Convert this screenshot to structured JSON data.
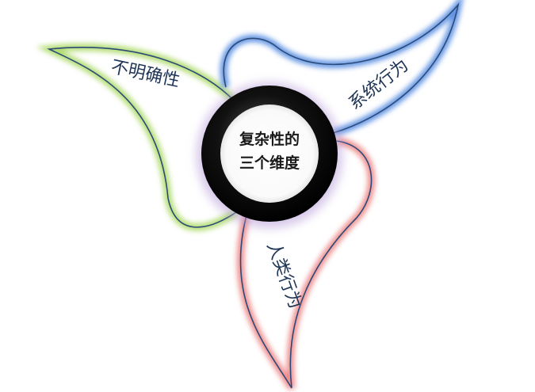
{
  "center": {
    "line1": "复杂性的",
    "line2": "三个维度"
  },
  "petals": {
    "uncertainty": {
      "label": "不明确性",
      "glow_color": "#a8d860"
    },
    "system_behavior": {
      "label": "系统行为",
      "glow_color": "#4d86e0"
    },
    "human_behavior": {
      "label": "人类行为",
      "glow_color": "#ec8080"
    }
  },
  "colors": {
    "outline": "#2b4a78",
    "ring": "#0d0d0d",
    "ring_glow": "#b59ad8",
    "text": "#1e3556"
  }
}
